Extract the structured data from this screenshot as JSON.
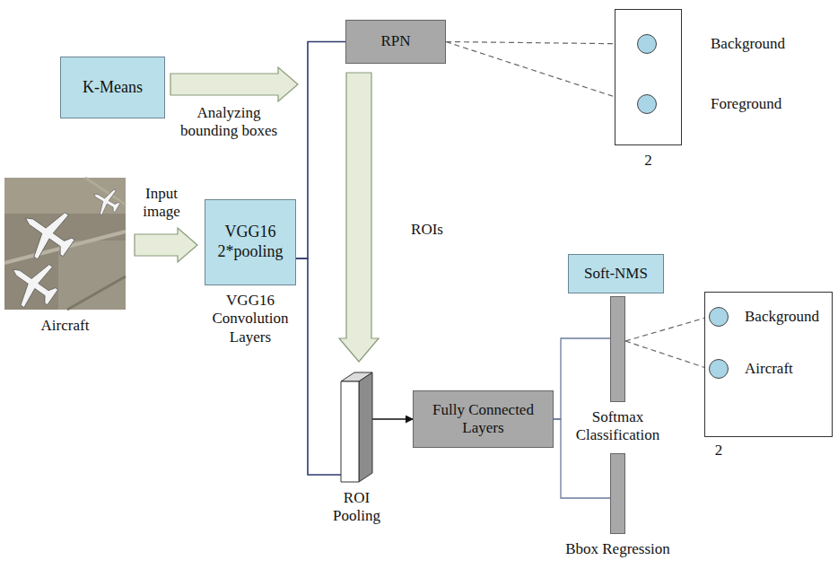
{
  "diagram": {
    "nodes": [
      {
        "text": [
          "K-Means"
        ]
      },
      {
        "text": [
          "RPN"
        ]
      },
      {
        "text": [
          "2"
        ]
      },
      {
        "text": [
          "Background"
        ],
        "in": 2
      },
      {
        "text": [
          "Foreground"
        ],
        "in": 2
      },
      {
        "text": [
          "Aircraft"
        ]
      },
      {
        "text": [
          "VGG16 2*pooling",
          "VGG16 Convolution Layers"
        ]
      },
      {
        "text": [
          "ROI Pooling"
        ]
      },
      {
        "text": [
          "Soft-NMS"
        ]
      },
      {
        "text": [
          "Fully Connected Layers"
        ]
      },
      {
        "text": [
          "Softmax Classification"
        ]
      },
      {
        "text": [
          "2"
        ]
      },
      {
        "text": [
          "Background"
        ],
        "in": 11
      },
      {
        "text": [
          "Aircraft"
        ],
        "in": 11
      },
      {
        "text": [
          "Bbox Regression"
        ]
      }
    ],
    "edges": [
      {
        "from": 0,
        "to": 1,
        "arrow": "to",
        "label": "Analyzing bounding boxes"
      },
      {
        "from": 5,
        "to": 6,
        "arrow": "to",
        "label": "Input image"
      },
      {
        "from": 6,
        "to": 1,
        "arrow": "none"
      },
      {
        "from": 6,
        "to": 7,
        "arrow": "none"
      },
      {
        "from": 1,
        "to": 7,
        "arrow": "to",
        "label": "ROIs"
      },
      {
        "from": 7,
        "to": 9,
        "arrow": "to"
      },
      {
        "from": 9,
        "to": 10,
        "arrow": "none"
      },
      {
        "from": 9,
        "to": 14,
        "arrow": "none"
      },
      {
        "from": 1,
        "to": 3,
        "arrow": "none"
      },
      {
        "from": 1,
        "to": 4,
        "arrow": "none"
      },
      {
        "from": 10,
        "to": 12,
        "arrow": "none"
      },
      {
        "from": 10,
        "to": 13,
        "arrow": "none"
      }
    ]
  }
}
